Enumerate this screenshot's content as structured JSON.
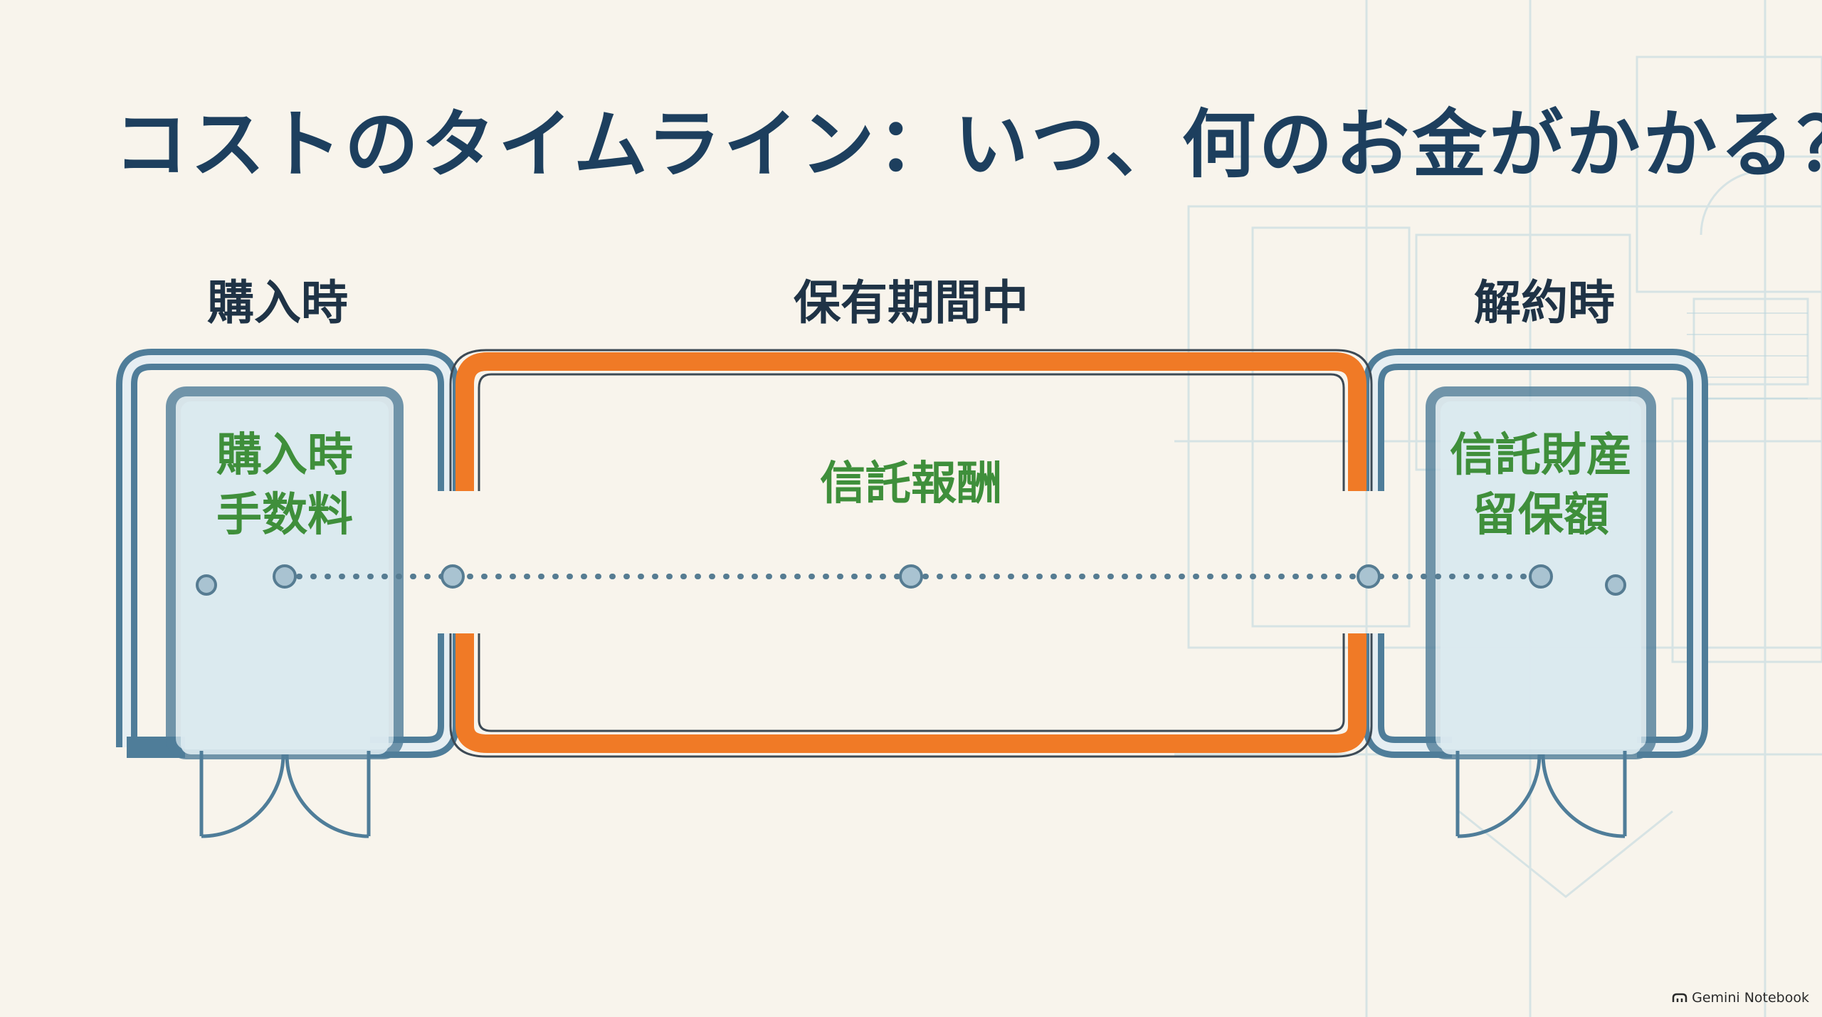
{
  "title": "コストのタイムライン：いつ、何のお金がかかる？",
  "phases": {
    "purchase": "購入時",
    "holding": "保有期間中",
    "redemption": "解約時"
  },
  "costs": {
    "purchase_fee": [
      "購入時",
      "手数料"
    ],
    "trust_fee": "信託報酬",
    "retention": [
      "信託財産",
      "留保額"
    ]
  },
  "brand": "Gemini Notebook",
  "colors": {
    "background": "#f8f4ec",
    "title": "#1d3f5e",
    "cost_text": "#3f8f3b",
    "holding_wall": "#f07a26",
    "door_wall": "#4f7d99",
    "timeline": "#567c92"
  },
  "icons": [
    "blueprint-background",
    "door-swing-icon",
    "timeline-node-icon",
    "notebook-logo-icon"
  ]
}
